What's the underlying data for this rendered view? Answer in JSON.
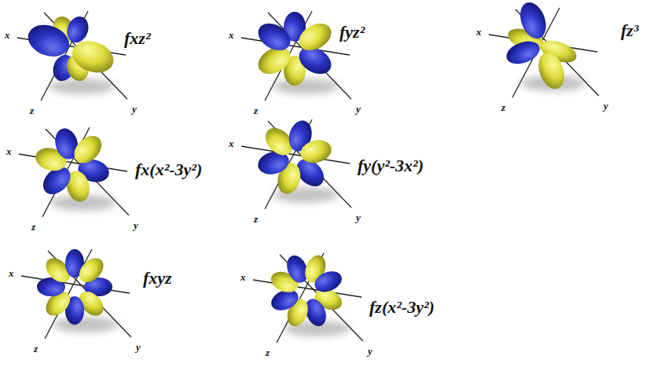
{
  "diagram": {
    "labels": [
      "x",
      "z",
      "y",
      "fxz²",
      "x",
      "z",
      "y",
      "fyz²",
      "x",
      "z",
      "y",
      "fz³",
      "x",
      "z",
      "y",
      "fx(x²-3y²)",
      "x",
      "z",
      "y",
      "fy(y²-3x²)",
      "x",
      "z",
      "y",
      "fxyz",
      "x",
      "z",
      "y",
      "fz(x²-3y²)"
    ]
  }
}
